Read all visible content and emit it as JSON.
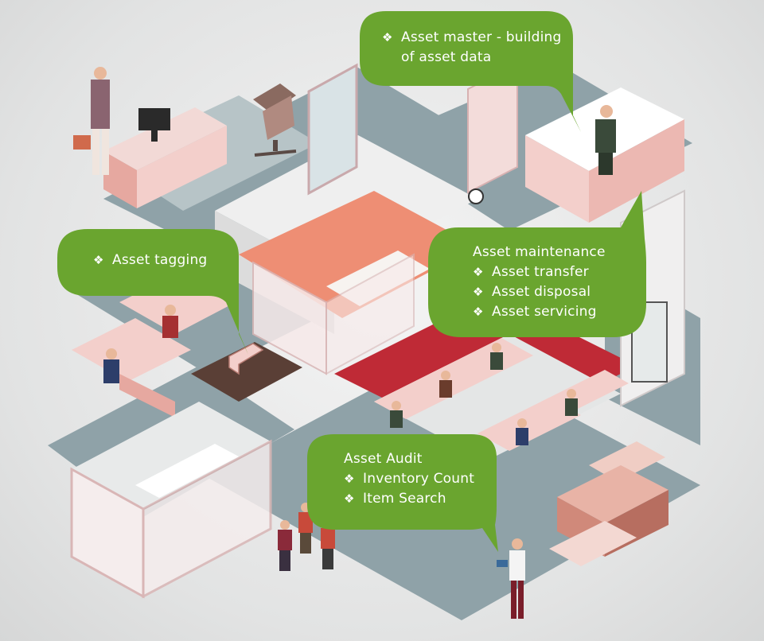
{
  "colors": {
    "bubble": "#6aa52f",
    "floor_slate": "#8fa2a8",
    "floor_salmon": "#ee8e74",
    "floor_red": "#bf2a36",
    "cubicle_pink": "#f3cfcb",
    "wall_light": "#efefef"
  },
  "bullet_symbol": "❖",
  "bubbles": {
    "asset_master": {
      "lines": [
        {
          "bullet": true,
          "text": "Asset master - building"
        },
        {
          "bullet": false,
          "text": "of asset data"
        }
      ]
    },
    "asset_tagging": {
      "lines": [
        {
          "bullet": true,
          "text": "Asset tagging"
        }
      ]
    },
    "asset_maintenance": {
      "heading": "Asset maintenance",
      "items": [
        "Asset transfer",
        "Asset disposal",
        "Asset servicing"
      ]
    },
    "asset_audit": {
      "heading": "Asset Audit",
      "items": [
        "Inventory Count",
        "Item Search"
      ]
    }
  }
}
